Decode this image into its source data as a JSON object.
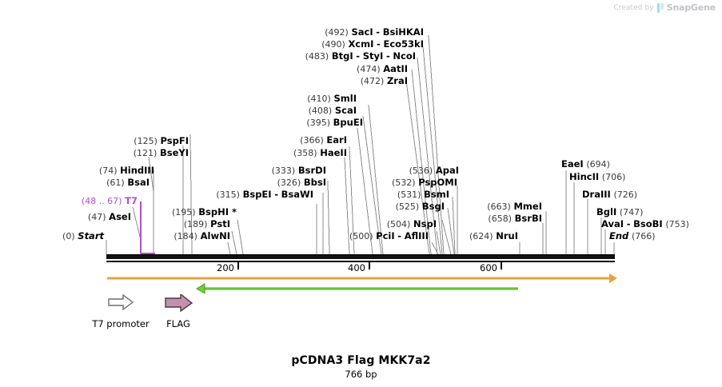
{
  "watermark": {
    "prefix": "Created by",
    "brand": "SnapGene",
    "logo_icon": "snapgene-logo-icon"
  },
  "title": {
    "name": "pCDNA3 Flag MKK7a2",
    "size": "766 bp"
  },
  "sequence": {
    "length_bp": 766,
    "start_label": "Start",
    "start_pos": "(0)",
    "end_label": "End",
    "end_pos": "(766)"
  },
  "ruler": {
    "ticks": [
      {
        "label": "200",
        "value": 200
      },
      {
        "label": "400",
        "value": 400
      },
      {
        "label": "600",
        "value": 600
      }
    ]
  },
  "colors": {
    "backbone": "#111111",
    "leader": "#8c8c8c",
    "t7_accent": "#b44ec6",
    "orf_arrow": "#e8a33d",
    "cds_arrow": "#6fd136",
    "flag_fill": "#c490ab",
    "flag_stroke": "#4a3a42",
    "promoter_fill": "#ffffff",
    "promoter_stroke": "#6e6e6e"
  },
  "features": [
    {
      "name": "T7 promoter",
      "legend_label": "T7 promoter",
      "icon": "promoter-arrow-icon",
      "direction": "right",
      "style": "outline"
    },
    {
      "name": "FLAG",
      "legend_label": "FLAG",
      "icon": "cds-arrow-icon",
      "direction": "right",
      "style": "filled"
    }
  ],
  "map_arrows": [
    {
      "name": "orf-arrow",
      "color": "#e8a33d",
      "direction": "right"
    },
    {
      "name": "cds-arrow",
      "color": "#6fd136",
      "direction": "left"
    }
  ],
  "sites": [
    {
      "pos": "(492)",
      "enzymes": [
        "SacI",
        "BsiHKAI"
      ],
      "bp": 492
    },
    {
      "pos": "(490)",
      "enzymes": [
        "XcmI",
        "Eco53kI"
      ],
      "bp": 490
    },
    {
      "pos": "(483)",
      "enzymes": [
        "BtgI",
        "StyI",
        "NcoI"
      ],
      "bp": 483
    },
    {
      "pos": "(474)",
      "enzymes": [
        "AatII"
      ],
      "bp": 474
    },
    {
      "pos": "(472)",
      "enzymes": [
        "ZraI"
      ],
      "bp": 472
    },
    {
      "pos": "(410)",
      "enzymes": [
        "SmlI"
      ],
      "bp": 410
    },
    {
      "pos": "(408)",
      "enzymes": [
        "ScaI"
      ],
      "bp": 408
    },
    {
      "pos": "(395)",
      "enzymes": [
        "BpuEI"
      ],
      "bp": 395
    },
    {
      "pos": "(366)",
      "enzymes": [
        "EarI"
      ],
      "bp": 366
    },
    {
      "pos": "(358)",
      "enzymes": [
        "HaeII"
      ],
      "bp": 358
    },
    {
      "pos": "(333)",
      "enzymes": [
        "BsrDI"
      ],
      "bp": 333
    },
    {
      "pos": "(326)",
      "enzymes": [
        "BbsI"
      ],
      "bp": 326
    },
    {
      "pos": "(315)",
      "enzymes": [
        "BspEI",
        "BsaWI"
      ],
      "bp": 315
    },
    {
      "pos": "(125)",
      "enzymes": [
        "PspFI"
      ],
      "bp": 125
    },
    {
      "pos": "(121)",
      "enzymes": [
        "BseYI"
      ],
      "bp": 121
    },
    {
      "pos": "(74)",
      "enzymes": [
        "HindIII"
      ],
      "bp": 74
    },
    {
      "pos": "(61)",
      "enzymes": [
        "BsaI"
      ],
      "bp": 61
    },
    {
      "pos": "(48 .. 67)",
      "enzymes": [
        "T7"
      ],
      "bp": 57,
      "accent": true
    },
    {
      "pos": "(47)",
      "enzymes": [
        "AseI"
      ],
      "bp": 47
    },
    {
      "pos": "(0)",
      "enzymes": [
        "Start"
      ],
      "bp": 0,
      "terminal": true
    },
    {
      "pos": "(195)",
      "enzymes": [
        "BspHI *"
      ],
      "bp": 195
    },
    {
      "pos": "(189)",
      "enzymes": [
        "PstI"
      ],
      "bp": 189
    },
    {
      "pos": "(184)",
      "enzymes": [
        "AlwNI"
      ],
      "bp": 184
    },
    {
      "pos": "(536)",
      "enzymes": [
        "ApaI"
      ],
      "bp": 536
    },
    {
      "pos": "(532)",
      "enzymes": [
        "PspOMI"
      ],
      "bp": 532
    },
    {
      "pos": "(531)",
      "enzymes": [
        "BsmI"
      ],
      "bp": 531
    },
    {
      "pos": "(525)",
      "enzymes": [
        "BsgI"
      ],
      "bp": 525
    },
    {
      "pos": "(504)",
      "enzymes": [
        "NspI"
      ],
      "bp": 504
    },
    {
      "pos": "(500)",
      "enzymes": [
        "PciI",
        "AflIII"
      ],
      "bp": 500
    },
    {
      "pos": "(663)",
      "enzymes": [
        "MmeI"
      ],
      "bp": 663
    },
    {
      "pos": "(658)",
      "enzymes": [
        "BsrBI"
      ],
      "bp": 658
    },
    {
      "pos": "(624)",
      "enzymes": [
        "NruI"
      ],
      "bp": 624
    },
    {
      "pos": "(694)",
      "enzymes": [
        "EaeI"
      ],
      "bp": 694
    },
    {
      "pos": "(706)",
      "enzymes": [
        "HincII"
      ],
      "bp": 706
    },
    {
      "pos": "(726)",
      "enzymes": [
        "DraIII"
      ],
      "bp": 726
    },
    {
      "pos": "(747)",
      "enzymes": [
        "BglI"
      ],
      "bp": 747
    },
    {
      "pos": "(753)",
      "enzymes": [
        "AvaI",
        "BsoBI"
      ],
      "bp": 753
    },
    {
      "pos": "(766)",
      "enzymes": [
        "End"
      ],
      "bp": 766,
      "terminal": true
    }
  ],
  "labels": {
    "l_492": {
      "pos": "(492)",
      "e1": "SacI",
      "sep": "-",
      "e2": "BsiHKAI"
    },
    "l_490": {
      "pos": "(490)",
      "e1": "XcmI",
      "sep": "-",
      "e2": "Eco53kI"
    },
    "l_483": {
      "pos": "(483)",
      "e1": "BtgI",
      "sep": "-",
      "e2": "StyI",
      "sep2": "-",
      "e3": "NcoI"
    },
    "l_474": {
      "pos": "(474)",
      "e1": "AatII"
    },
    "l_472": {
      "pos": "(472)",
      "e1": "ZraI"
    },
    "l_410": {
      "pos": "(410)",
      "e1": "SmlI"
    },
    "l_408": {
      "pos": "(408)",
      "e1": "ScaI"
    },
    "l_395": {
      "pos": "(395)",
      "e1": "BpuEI"
    },
    "l_366": {
      "pos": "(366)",
      "e1": "EarI"
    },
    "l_358": {
      "pos": "(358)",
      "e1": "HaeII"
    },
    "l_333": {
      "pos": "(333)",
      "e1": "BsrDI"
    },
    "l_326": {
      "pos": "(326)",
      "e1": "BbsI"
    },
    "l_315": {
      "pos": "(315)",
      "e1": "BspEI",
      "sep": "-",
      "e2": "BsaWI"
    },
    "l_125": {
      "pos": "(125)",
      "e1": "PspFI"
    },
    "l_121": {
      "pos": "(121)",
      "e1": "BseYI"
    },
    "l_74": {
      "pos": "(74)",
      "e1": "HindIII"
    },
    "l_61": {
      "pos": "(61)",
      "e1": "BsaI"
    },
    "l_t7": {
      "pos": "(48 .. 67)",
      "e1": "T7"
    },
    "l_47": {
      "pos": "(47)",
      "e1": "AseI"
    },
    "l_0": {
      "pos": "(0)",
      "e1": "Start"
    },
    "l_195": {
      "pos": "(195)",
      "e1": "BspHI *"
    },
    "l_189": {
      "pos": "(189)",
      "e1": "PstI"
    },
    "l_184": {
      "pos": "(184)",
      "e1": "AlwNI"
    },
    "l_536": {
      "pos": "(536)",
      "e1": "ApaI"
    },
    "l_532": {
      "pos": "(532)",
      "e1": "PspOMI"
    },
    "l_531": {
      "pos": "(531)",
      "e1": "BsmI"
    },
    "l_525": {
      "pos": "(525)",
      "e1": "BsgI"
    },
    "l_504": {
      "pos": "(504)",
      "e1": "NspI"
    },
    "l_500": {
      "pos": "(500)",
      "e1": "PciI",
      "sep": "-",
      "e2": "AflIII"
    },
    "l_663": {
      "pos": "(663)",
      "e1": "MmeI"
    },
    "l_658": {
      "pos": "(658)",
      "e1": "BsrBI"
    },
    "l_624": {
      "pos": "(624)",
      "e1": "NruI"
    },
    "l_694": {
      "pos": "(694)",
      "e1": "EaeI"
    },
    "l_706": {
      "pos": "(706)",
      "e1": "HincII"
    },
    "l_726": {
      "pos": "(726)",
      "e1": "DraIII"
    },
    "l_747": {
      "pos": "(747)",
      "e1": "BglI"
    },
    "l_753": {
      "pos": "(753)",
      "e1": "AvaI",
      "sep": "-",
      "e2": "BsoBI"
    },
    "l_766": {
      "pos": "(766)",
      "e1": "End"
    }
  }
}
